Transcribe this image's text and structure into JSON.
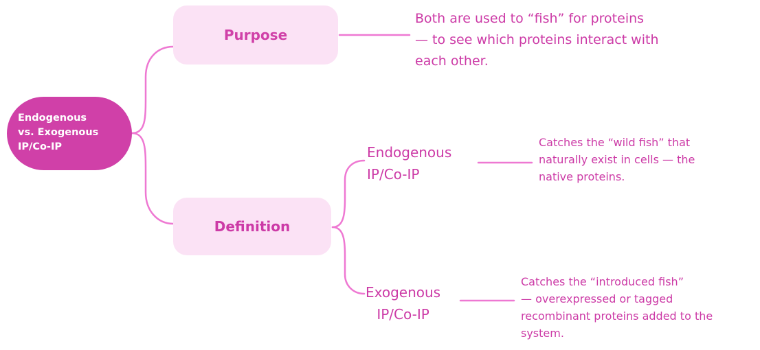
{
  "mindmap": {
    "root": {
      "lines": [
        "Endogenous",
        "vs. Exogenous",
        "IP/Co-IP"
      ]
    },
    "purpose": {
      "label": "Purpose",
      "description": [
        "Both are used to “fish” for proteins",
        "— to see which proteins interact with",
        "each other."
      ]
    },
    "definition": {
      "label": "Definition",
      "endogenous": {
        "lines": [
          "Endogenous",
          "IP/Co-IP"
        ],
        "description": [
          "Catches the “wild fish” that",
          "naturally exist in cells — the",
          "native proteins."
        ]
      },
      "exogenous": {
        "lines": [
          "Exogenous",
          "IP/Co-IP"
        ],
        "description": [
          "Catches the “introduced fish”",
          "— overexpressed or tagged",
          "recombinant proteins added to the",
          "system."
        ]
      }
    }
  },
  "colors": {
    "root_fill": "#d040a8",
    "box_fill": "#fbe2f5",
    "text": "#cc3aa6",
    "connector": "#ee78d2"
  }
}
